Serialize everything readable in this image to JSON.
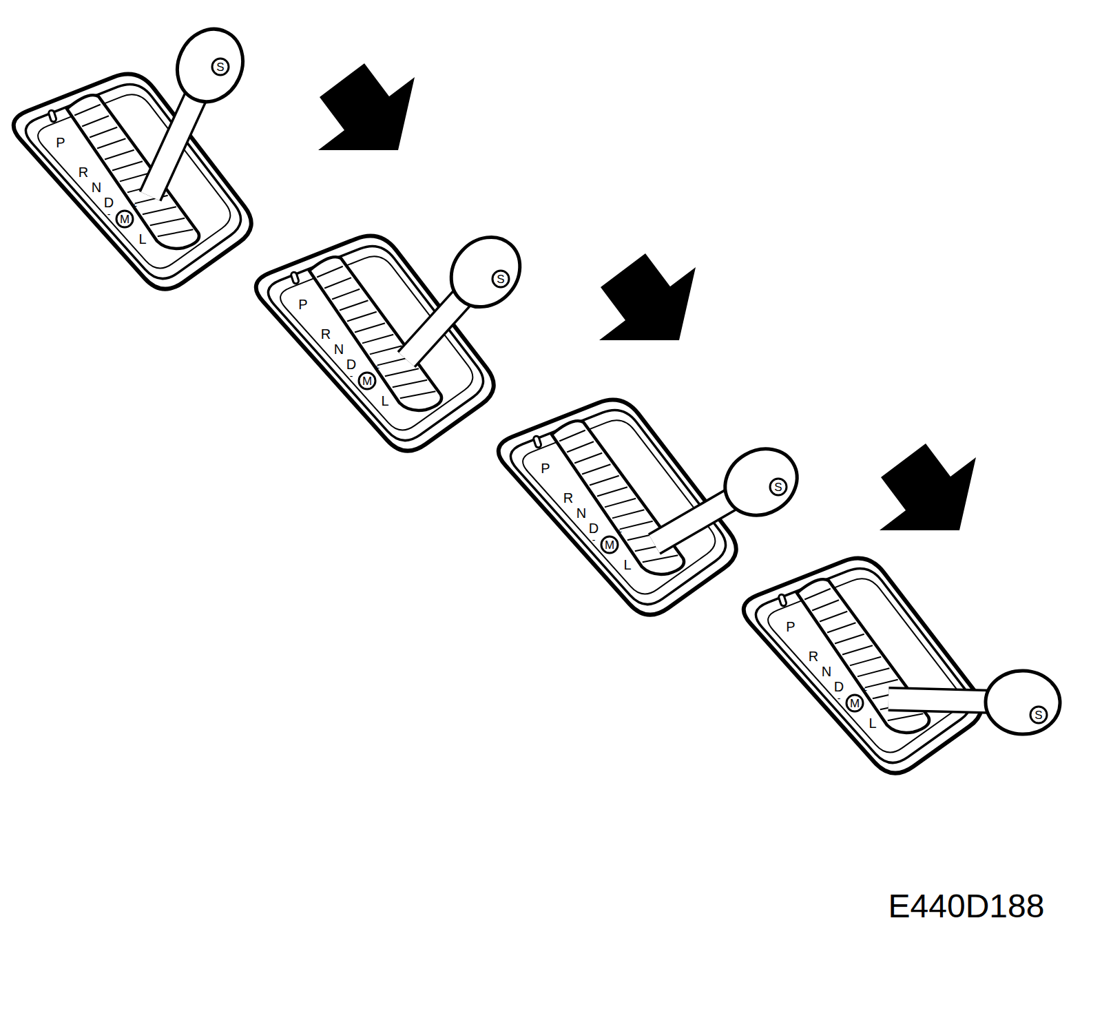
{
  "diagram": {
    "nodes": [
      {
        "text": [
          "M"
        ]
      },
      {
        "text": [
          "S"
        ]
      },
      {
        "text": [
          "M"
        ]
      },
      {
        "text": [
          "S"
        ]
      },
      {
        "text": [
          "M"
        ]
      },
      {
        "text": [
          "S"
        ]
      },
      {
        "text": [
          "M"
        ]
      },
      {
        "text": [
          "S"
        ]
      }
    ],
    "labels": [
      "P",
      "R",
      "N",
      "D",
      "-",
      "+",
      "L",
      "P",
      "R",
      "N",
      "D",
      "-",
      "+",
      "L",
      "P",
      "R",
      "N",
      "D",
      "-",
      "+",
      "L",
      "P",
      "R",
      "N",
      "D",
      "-",
      "+",
      "L",
      "E440D188"
    ]
  }
}
